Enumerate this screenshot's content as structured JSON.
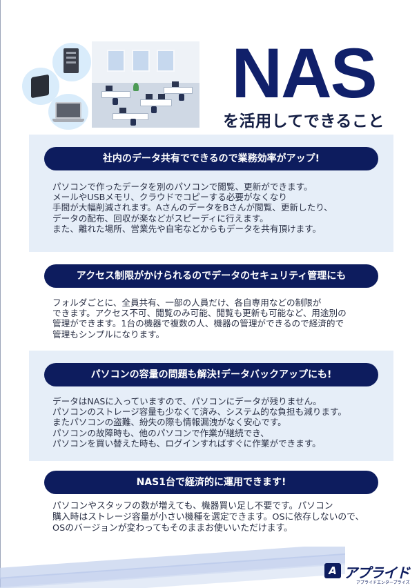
{
  "header": {
    "title": "NAS",
    "subtitle": "を活用してできること"
  },
  "sections": [
    {
      "heading": "社内のデータ共有でできるので業務効率がアップ!",
      "lines": [
        "パソコンで作ったデータを別のパソコンで閲覧、更新ができます。",
        "メールやUSBメモリ、クラウドでコピーする必要がなくなり",
        "手間が大幅削減されます。AさんのデータをBさんが閲覧、更新したり、",
        "データの配布、回収が楽などがスピーディに行えます。",
        "また、離れた場所、営業先や自宅などからもデータを共有頂けます。"
      ]
    },
    {
      "heading": "アクセス制限がかけられるのでデータのセキュリティ管理にも",
      "lines": [
        "フォルダごとに、全員共有、一部の人員だけ、各自専用などの制限が",
        "できます。アクセス不可、閲覧のみ可能、閲覧も更新も可能など、用途別の",
        "管理ができます。1台の機器で複数の人、機器の管理ができるので経済的で",
        "管理もシンプルになります。"
      ]
    },
    {
      "heading": "パソコンの容量の問題も解決!データバックアップにも!",
      "lines": [
        "データはNASに入っていますので、パソコンにデータが残りません。",
        "パソコンのストレージ容量も少なくて済み、システム的な負担も減ります。",
        "またパソコンの盗難、紛失の際も情報漏洩がなく安心です。",
        "パソコンの故障時も、他のパソコンで作業が継続でき、",
        "パソコンを買い替えた時も、ログインすればすぐに作業ができます。"
      ]
    },
    {
      "heading": "NAS1台で経済的に運用できます!",
      "lines": [
        "パソコンやスタッフの数が増えても、機器買い足し不要です。パソコン",
        "購入時はストレージ容量が小さい機種を選定できます。OSに依存しないので、",
        "OSのバージョンが変わってもそのままお使いいただけます。"
      ]
    }
  ],
  "logo": {
    "mark": "A",
    "name": "アプライド",
    "tagline": "アプライドエンタープライズ"
  },
  "icons": {
    "hero": [
      "server-tower-icon",
      "nas-box-icon",
      "laptop-icon"
    ],
    "illustration": "office-illustration"
  },
  "colors": {
    "navy": "#0d1c5e",
    "title": "#10206a",
    "tint": "#e6eef8",
    "bubble": "#d9ecfb"
  }
}
